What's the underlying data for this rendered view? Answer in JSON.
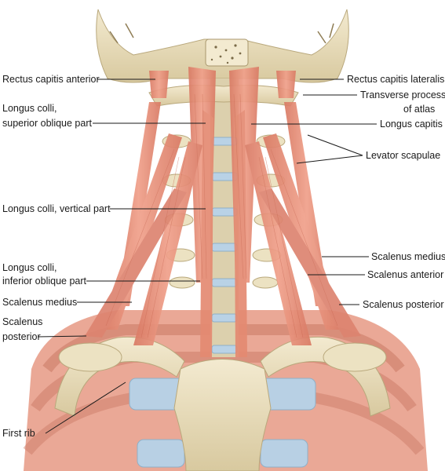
{
  "labels": {
    "rectus_capitis_anterior": "Rectus capitis anterior",
    "longus_colli_sup_1": "Longus colli,",
    "longus_colli_sup_2": "superior oblique part",
    "longus_colli_vertical": "Longus colli, vertical part",
    "longus_colli_inf_1": "Longus colli,",
    "longus_colli_inf_2": "inferior oblique part",
    "scalenus_medius_left": "Scalenus medius",
    "scalenus_posterior_left_1": "Scalenus",
    "scalenus_posterior_left_2": "posterior",
    "first_rib": "First rib",
    "rectus_capitis_lateralis": "Rectus capitis lateralis",
    "transverse_process_1": "Transverse process",
    "transverse_process_2": "of atlas",
    "longus_capitis": "Longus capitis",
    "levator_scapulae": "Levator scapulae",
    "scalenus_medius_right": "Scalenus medius",
    "scalenus_anterior": "Scalenus anterior",
    "scalenus_posterior_right": "Scalenus posterior"
  },
  "colors": {
    "bone": "#ece2c2",
    "bone_shade": "#cdbf96",
    "muscle": "#e8907a",
    "muscle_dark": "#c9654f",
    "disc": "#b9d2e6",
    "cartilage": "#b8d0e4"
  }
}
